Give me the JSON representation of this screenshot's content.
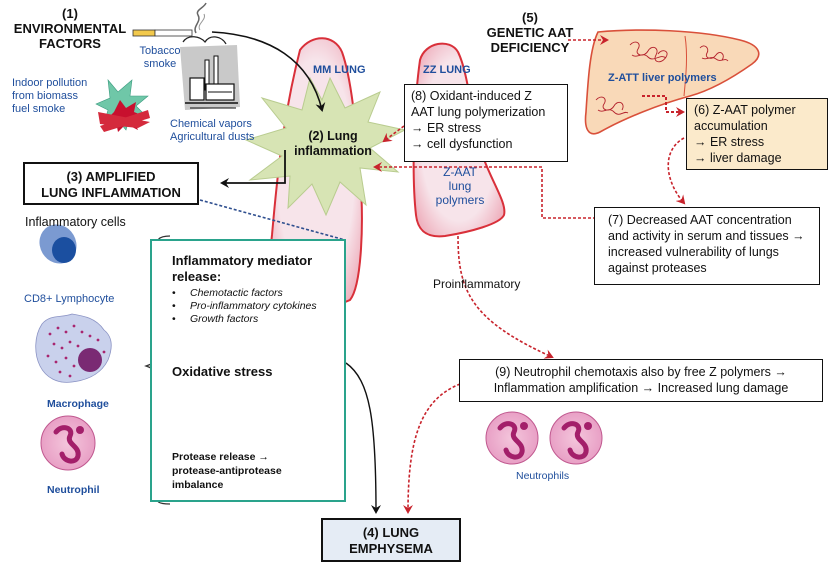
{
  "colors": {
    "dashed_red": "#c8232c",
    "dashed_blue": "#2f4f8f",
    "teal_border": "#2aa38c",
    "lung_fill": "#f7dbe2",
    "lung_edge": "#d9303a",
    "star_fill": "#d7e4b4",
    "liver_fill": "#f9d9b8",
    "box6_fill": "#fbeacb",
    "emphysema_fill": "#e5ecf5",
    "label_blue": "#1f4e9c"
  },
  "section1": {
    "number": "(1)",
    "title_line1": "ENVIRONMENTAL",
    "title_line2": "FACTORS",
    "tobacco_label_line1": "Tobacco",
    "tobacco_label_line2": "smoke",
    "indoor_label_line1": "Indoor pollution",
    "indoor_label_line2": "from biomass",
    "indoor_label_line3": "fuel smoke",
    "chemical_label_line1": "Chemical vapors",
    "chemical_label_line2": "Agricultural dusts"
  },
  "section2": {
    "line1": "(2) Lung",
    "line2": "inflammation"
  },
  "lungs": {
    "mm_label": "MM LUNG",
    "zz_label": "ZZ LUNG",
    "zaat_line1": "Z-AAT",
    "zaat_line2": "lung",
    "zaat_line3": "polymers"
  },
  "section3": {
    "line1": "(3) AMPLIFIED",
    "line2": "LUNG INFLAMMATION"
  },
  "inflammatory_cells": {
    "heading": "Inflammatory cells",
    "cells": [
      {
        "label": "CD8+ Lymphocyte",
        "icon": "lymphocyte-icon"
      },
      {
        "label": "Macrophage",
        "icon": "macrophage-icon"
      },
      {
        "label": "Neutrophil",
        "icon": "neutrophil-icon"
      }
    ]
  },
  "mediator_box": {
    "title_line1": "Inflammatory mediator",
    "title_line2": "release:",
    "bullets": [
      "Chemotactic factors",
      "Pro-inflammatory cytokines",
      "Growth factors"
    ],
    "oxidative": "Oxidative stress",
    "protease_line1": "Protease release →",
    "protease_line2": "protease-antiprotease",
    "protease_line3": "imbalance"
  },
  "section4": {
    "line1": "(4) LUNG",
    "line2": "EMPHYSEMA"
  },
  "section5": {
    "number": "(5)",
    "line1": "GENETIC AAT",
    "line2": "DEFICIENCY"
  },
  "liver": {
    "label": "Z-ATT liver polymers"
  },
  "section6": {
    "line1": "(6) Z-AAT polymer",
    "line2": "accumulation",
    "line3": "→ ER stress",
    "line4": "→ liver damage"
  },
  "section7": {
    "line1": "(7) Decreased AAT concentration",
    "line2": "and activity in serum and tissues →",
    "line3": "increased vulnerability of lungs",
    "line4": "against proteases"
  },
  "section8": {
    "line1": "(8) Oxidant-induced Z",
    "line2": "AAT lung polymerization",
    "line3": "→ ER stress",
    "line4": "→ cell dysfunction"
  },
  "proinflammatory_label": "Proinflammatory",
  "section9": {
    "line1": "(9) Neutrophil chemotaxis also by free Z polymers →",
    "line2": "Inflammation amplification → Increased lung damage"
  },
  "neutrophils_label": "Neutrophils"
}
